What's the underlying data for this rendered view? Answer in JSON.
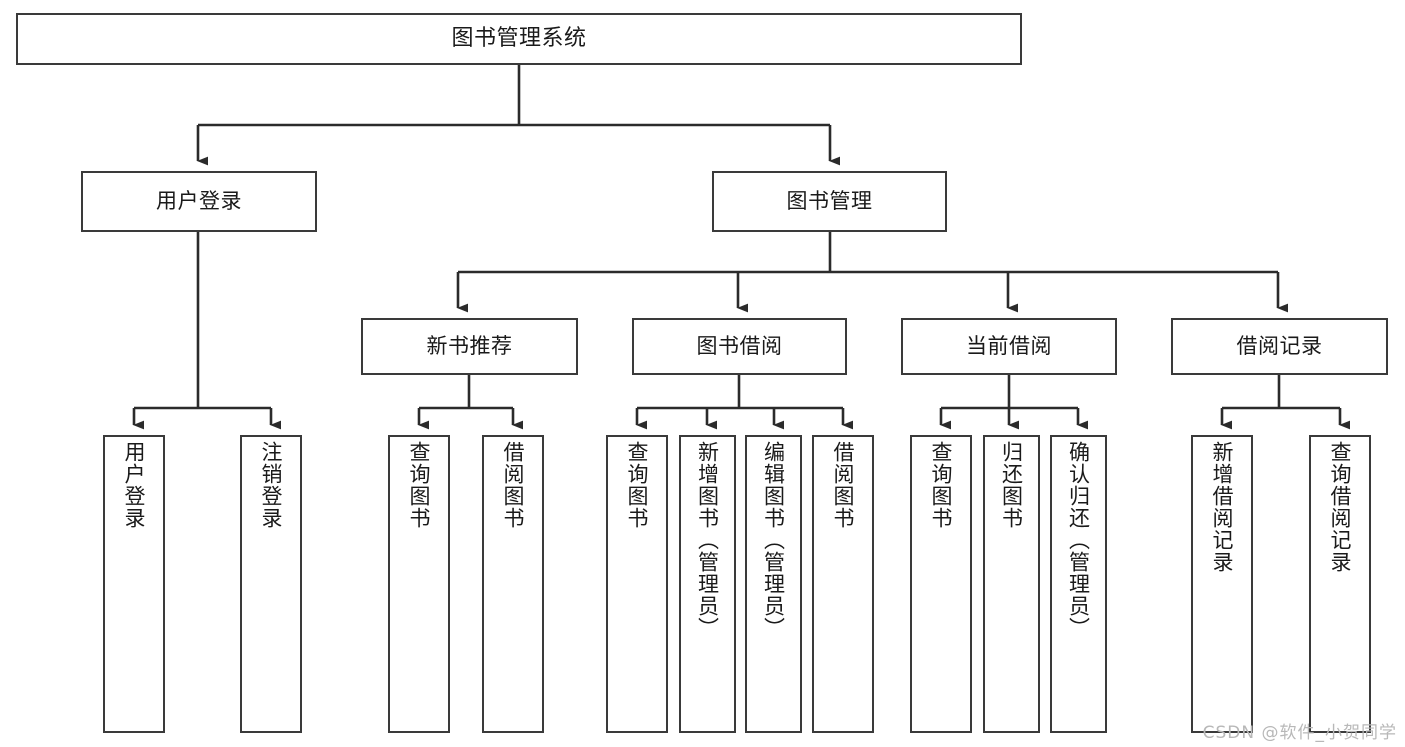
{
  "diagram": {
    "title": "图书管理系统",
    "type": "tree-structure-chart",
    "line_color": "#3a3a3a",
    "box_fill": "#ffffff",
    "text_color": "#1a1a1a"
  },
  "nodes": {
    "root": {
      "label": "图书管理系统"
    },
    "level2": [
      {
        "id": "user-login",
        "label": "用户登录"
      },
      {
        "id": "book-management",
        "label": "图书管理"
      }
    ],
    "level3": [
      {
        "id": "new-book-recommend",
        "label": "新书推荐",
        "parent": "book-management"
      },
      {
        "id": "book-borrow",
        "label": "图书借阅",
        "parent": "book-management"
      },
      {
        "id": "current-borrow",
        "label": "当前借阅",
        "parent": "book-management"
      },
      {
        "id": "borrow-record",
        "label": "借阅记录",
        "parent": "book-management"
      }
    ],
    "leaves": {
      "user-login": [
        {
          "id": "leaf-user-login",
          "label": "用户登录"
        },
        {
          "id": "leaf-logout",
          "label": "注销登录"
        }
      ],
      "new-book-recommend": [
        {
          "id": "leaf-query-book-1",
          "label": "查询图书"
        },
        {
          "id": "leaf-borrow-book-1",
          "label": "借阅图书"
        }
      ],
      "book-borrow": [
        {
          "id": "leaf-query-book-2",
          "label": "查询图书"
        },
        {
          "id": "leaf-add-book",
          "label": "新增图书（管理员）"
        },
        {
          "id": "leaf-edit-book",
          "label": "编辑图书（管理员）"
        },
        {
          "id": "leaf-borrow-book-2",
          "label": "借阅图书"
        }
      ],
      "current-borrow": [
        {
          "id": "leaf-query-book-3",
          "label": "查询图书"
        },
        {
          "id": "leaf-return-book",
          "label": "归还图书"
        },
        {
          "id": "leaf-confirm-return",
          "label": "确认归还（管理员）"
        }
      ],
      "borrow-record": [
        {
          "id": "leaf-add-record",
          "label": "新增借阅记录"
        },
        {
          "id": "leaf-query-record",
          "label": "查询借阅记录"
        }
      ]
    }
  },
  "watermark": {
    "text": "CSDN @软件_小贺同学"
  }
}
